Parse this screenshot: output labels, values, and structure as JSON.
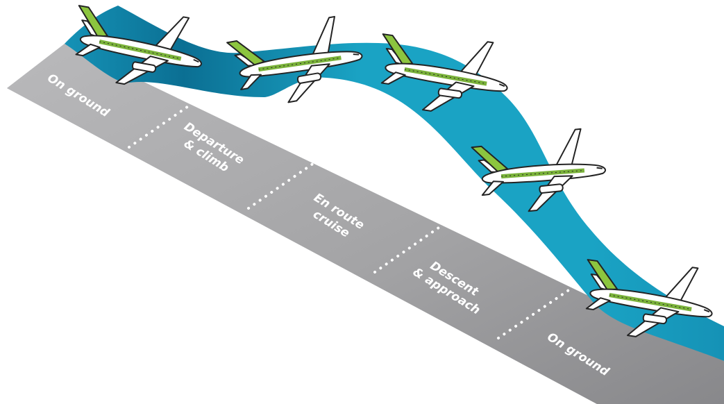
{
  "colors": {
    "ground_light": "#b9b9bb",
    "ground_mid": "#a4a4a6",
    "ground_dark": "#88888b",
    "band_dark": "#0b6f93",
    "band_mid": "#1592b6",
    "band_light": "#1aa3c4",
    "tail_green": "#8cc53f",
    "fuselage_stripe": "#7ab23a",
    "aircraft_body": "#ffffff",
    "outline": "#232323",
    "divider_dots": "#ffffff"
  },
  "phases": [
    {
      "lines": [
        "On ground"
      ]
    },
    {
      "lines": [
        "Departure",
        "& climb"
      ]
    },
    {
      "lines": [
        "En route",
        "cruise"
      ]
    },
    {
      "lines": [
        "Descent",
        "& approach"
      ]
    },
    {
      "lines": [
        "On ground"
      ]
    }
  ],
  "aircraft_icon": "airplane-icon"
}
